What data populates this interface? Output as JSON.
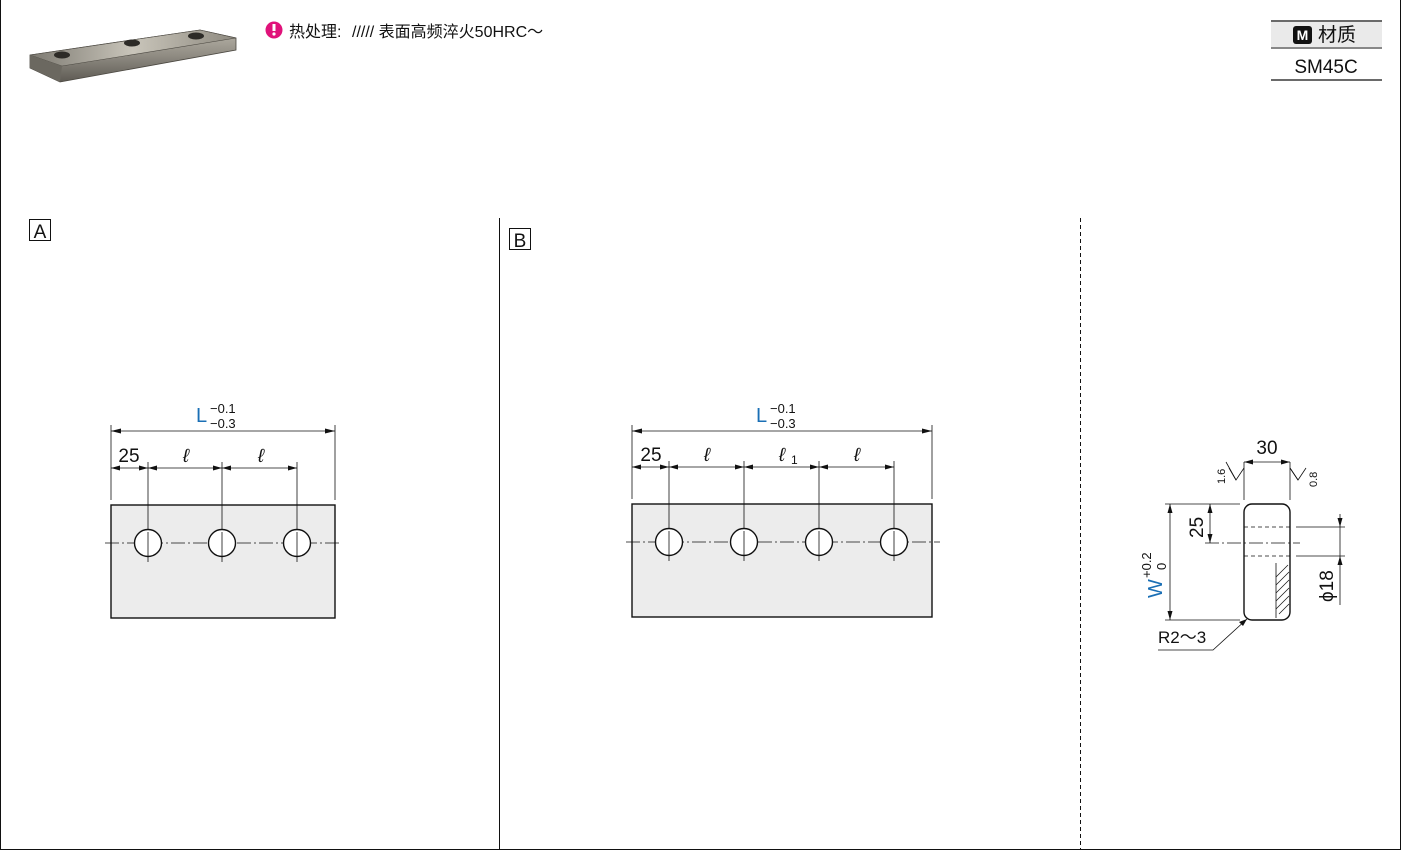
{
  "header": {
    "heat_treatment_label": "热处理:",
    "heat_treatment_value": "///// 表面高频淬火50HRC～",
    "material_label": "材质",
    "material_icon": "M",
    "material_value": "SM45C"
  },
  "panel_a": {
    "label": "A",
    "dim_L": "L",
    "tol_upper": "−0.1",
    "tol_lower": "−0.3",
    "dim_first": "25",
    "dim_pitch_1": "ℓ",
    "dim_pitch_2": "ℓ"
  },
  "panel_b": {
    "label": "B",
    "dim_L": "L",
    "tol_upper": "−0.1",
    "tol_lower": "−0.3",
    "dim_first": "25",
    "dim_pitch_1": "ℓ",
    "dim_pitch_2": "ℓ",
    "dim_pitch_2_sub": "1",
    "dim_pitch_3": "ℓ"
  },
  "section": {
    "width_30": "30",
    "roughness_left": "1.6",
    "roughness_right": "0.8",
    "dim_25": "25",
    "dim_W": "W",
    "w_tol_upper": "+0.2",
    "w_tol_lower": "0",
    "dim_phi18": "ϕ18",
    "radius": "R2～3"
  },
  "colors": {
    "accent_blue": "#1a6fb5",
    "pin_icon": "#e0127a",
    "part_fill": "#ececec"
  }
}
